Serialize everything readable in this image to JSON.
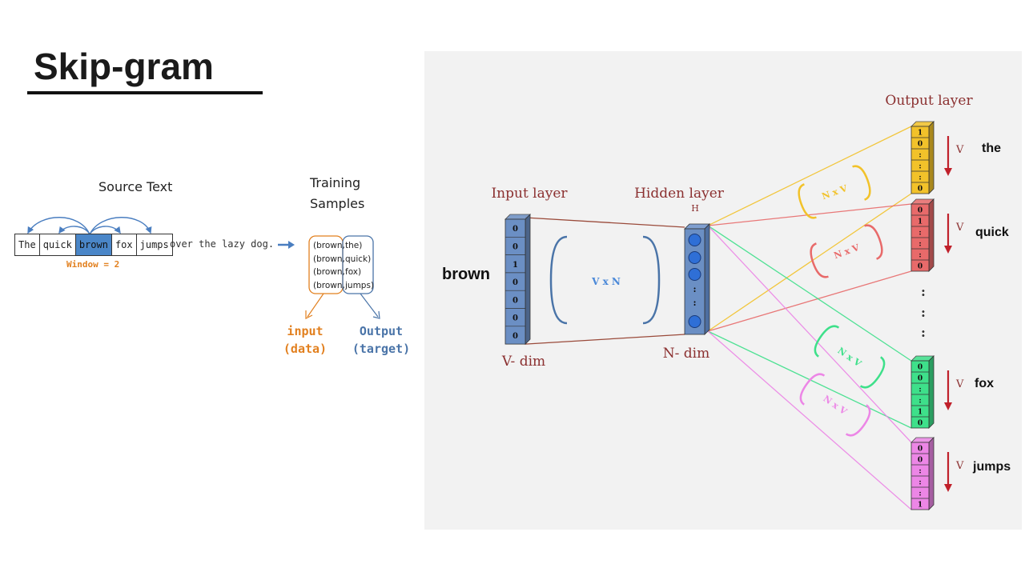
{
  "slide": {
    "title": "Skip-gram"
  },
  "source": {
    "title": "Source Text",
    "words": [
      "The",
      "quick",
      "brown",
      "fox",
      "jumps"
    ],
    "center_word": "brown",
    "rest": "over the lazy dog.",
    "window_label": "Window = 2"
  },
  "training": {
    "title_line1": "Training",
    "title_line2": "Samples",
    "pairs": [
      {
        "input": "(brown,",
        "output": "the)"
      },
      {
        "input": "(brown,",
        "output": "quick)"
      },
      {
        "input": "(brown,",
        "output": "fox)"
      },
      {
        "input": "(brown,",
        "output": "jumps)"
      }
    ],
    "input_label_1": "input",
    "input_label_2": "(data)",
    "output_label_1": "Output",
    "output_label_2": "(target)"
  },
  "network": {
    "input_layer_label": "Input layer",
    "hidden_layer_label": "Hidden layer",
    "hidden_symbol": "H",
    "output_layer_label": "Output layer",
    "v_dim_label": "V- dim",
    "n_dim_label": "N- dim",
    "weight_in_label": "V x N",
    "weight_out_label": "N x V",
    "input_word": "brown",
    "input_vector": [
      "0",
      "0",
      "1",
      "0",
      "0",
      "0",
      "0"
    ],
    "v_symbol": "V",
    "vertical_ellipsis": ":",
    "outputs": [
      {
        "word": "the",
        "color": "#f2c22a",
        "cells": [
          "1",
          "0",
          ":",
          ":",
          ":",
          "0"
        ]
      },
      {
        "word": "quick",
        "color": "#e86a6a",
        "cells": [
          "0",
          "1",
          ":",
          ":",
          ":",
          "0"
        ]
      },
      {
        "word": "fox",
        "color": "#3ee08a",
        "cells": [
          "0",
          "0",
          ":",
          ":",
          "1",
          "0"
        ]
      },
      {
        "word": "jumps",
        "color": "#ec86e6",
        "cells": [
          "0",
          "0",
          ":",
          ":",
          ":",
          "1"
        ]
      }
    ],
    "colors": {
      "input_column": "#6b8fc4",
      "hidden_node": "#2f6fd6",
      "link_input": "#9a4a3a",
      "arrow": "#c0202a"
    }
  }
}
